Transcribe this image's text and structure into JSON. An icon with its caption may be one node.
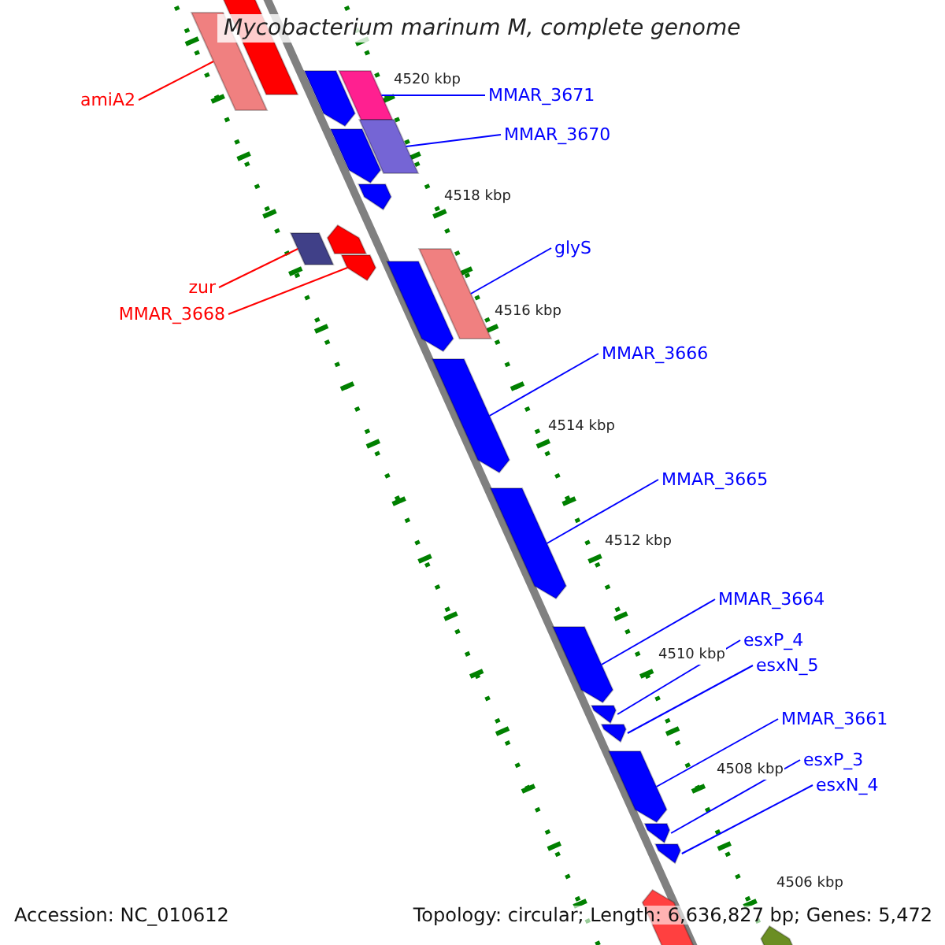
{
  "diagram": {
    "title": "Mycobacterium marinum M, complete genome",
    "nodes": [
      {
        "text": [
          "amiA2"
        ]
      },
      {
        "text": [
          "MMAR_3671"
        ]
      },
      {
        "text": [
          "MMAR_3670"
        ]
      },
      {
        "text": [
          "glyS"
        ]
      },
      {
        "text": [
          "zur"
        ]
      },
      {
        "text": [
          "MMAR_3668"
        ]
      },
      {
        "text": [
          "MMAR_3666"
        ]
      },
      {
        "text": [
          "MMAR_3665"
        ]
      },
      {
        "text": [
          "MMAR_3664"
        ]
      },
      {
        "text": [
          "esxP_4"
        ]
      },
      {
        "text": [
          "esxN_5"
        ]
      },
      {
        "text": [
          "MMAR_3661"
        ]
      },
      {
        "text": [
          "esxP_3"
        ]
      },
      {
        "text": [
          "esxN_4"
        ]
      },
      {
        "text": [],
        "shape": "bar"
      },
      {
        "text": [],
        "shape": "bar"
      },
      {
        "text": [],
        "shape": "bar"
      },
      {
        "text": [],
        "shape": "bar"
      },
      {
        "text": [],
        "shape": "bar"
      },
      {
        "text": [],
        "shape": "bar"
      },
      {
        "text": [],
        "shape": "bar"
      },
      {
        "text": [],
        "shape": "bar"
      },
      {
        "text": [],
        "shape": "bar"
      },
      {
        "text": [],
        "shape": "bar"
      },
      {
        "text": [],
        "shape": "bar"
      },
      {
        "text": [],
        "shape": "bar"
      },
      {
        "text": [],
        "shape": "bar"
      },
      {
        "text": [],
        "shape": "bar"
      },
      {
        "text": [],
        "shape": "bar"
      },
      {
        "text": [],
        "shape": "bar"
      },
      {
        "text": [],
        "shape": "bar"
      },
      {
        "text": [],
        "shape": "bar"
      },
      {
        "text": [],
        "shape": "bar"
      },
      {
        "text": [],
        "shape": "bar"
      },
      {
        "text": [],
        "shape": "bar"
      },
      {
        "text": [],
        "shape": "bar"
      }
    ],
    "edges": [
      {
        "from": 0,
        "to": 14,
        "arrow": "none",
        "color": "#ff0000"
      },
      {
        "from": 1,
        "to": 17,
        "arrow": "none"
      },
      {
        "from": 2,
        "to": 18,
        "arrow": "none"
      },
      {
        "from": 3,
        "to": 25,
        "arrow": "none"
      },
      {
        "from": 4,
        "to": 21,
        "arrow": "none",
        "color": "#ff0000"
      },
      {
        "from": 5,
        "to": 23,
        "arrow": "none",
        "color": "#ff0000"
      },
      {
        "from": 6,
        "to": 26,
        "arrow": "none"
      },
      {
        "from": 7,
        "to": 27,
        "arrow": "none"
      },
      {
        "from": 8,
        "to": 28,
        "arrow": "none"
      },
      {
        "from": 9,
        "to": 29,
        "arrow": "none"
      },
      {
        "from": 10,
        "to": 30,
        "arrow": "none"
      },
      {
        "from": 11,
        "to": 31,
        "arrow": "none"
      },
      {
        "from": 12,
        "to": 32,
        "arrow": "none"
      },
      {
        "from": 13,
        "to": 33,
        "arrow": "none"
      }
    ],
    "labels": [
      "4520 kbp",
      "4518 kbp",
      "4516 kbp",
      "4514 kbp",
      "4512 kbp",
      "4510 kbp",
      "4508 kbp",
      "4506 kbp",
      "Accession: NC_010612",
      "Topology: circular; Length: 6,636,827 bp; Genes: 5,472"
    ]
  }
}
